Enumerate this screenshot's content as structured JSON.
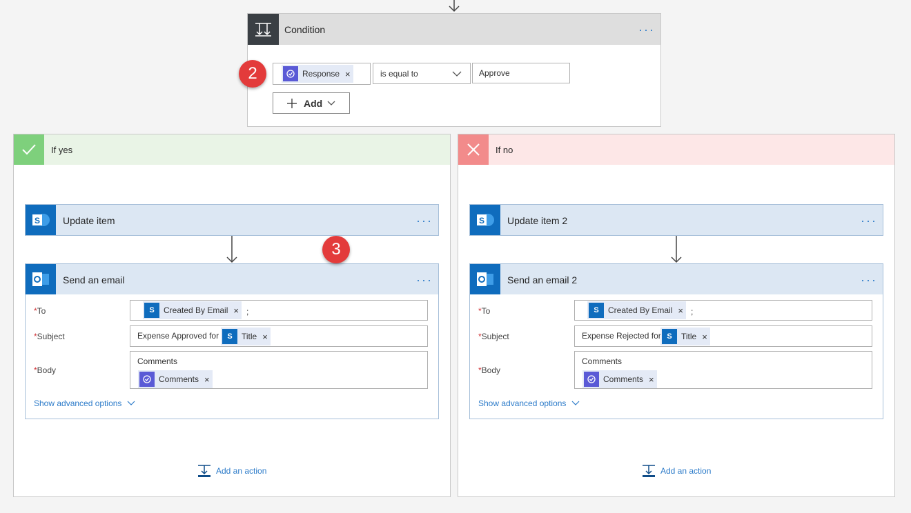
{
  "condition": {
    "title": "Condition",
    "token_label": "Response",
    "operator": "is equal to",
    "value": "Approve",
    "add_label": "Add",
    "badge": "2"
  },
  "branches": {
    "yes": {
      "title": "If yes",
      "update_title": "Update item",
      "email_title": "Send an email",
      "to_label": "To",
      "to_token": "Created By Email",
      "to_sep": ";",
      "subject_label": "Subject",
      "subject_text": "Expense Approved for",
      "subject_token": "Title",
      "body_label": "Body",
      "body_text": "Comments",
      "body_token": "Comments",
      "advanced": "Show advanced options",
      "add_action": "Add an action",
      "header_bg": "#e9f4e6",
      "icon_bg": "#7ed07c"
    },
    "no": {
      "title": "If no",
      "update_title": "Update item 2",
      "email_title": "Send an email 2",
      "to_label": "To",
      "to_token": "Created By Email",
      "to_sep": ";",
      "subject_label": "Subject",
      "subject_text": "Expense Rejected for",
      "subject_token": "Title",
      "body_label": "Body",
      "body_text": "Comments",
      "body_token": "Comments",
      "advanced": "Show advanced options",
      "add_action": "Add an action",
      "header_bg": "#fde7e7",
      "icon_bg": "#f28b8b"
    }
  },
  "badge3": "3",
  "colors": {
    "accent": "#2c7bc9",
    "sharepoint": "#0f6cbd",
    "token_bg": "#e4eaf6",
    "badge": "#e33b3b"
  },
  "icons": {
    "condition": "condition-icon",
    "sharepoint": "sharepoint-icon",
    "outlook": "outlook-icon",
    "approval": "approval-icon"
  }
}
